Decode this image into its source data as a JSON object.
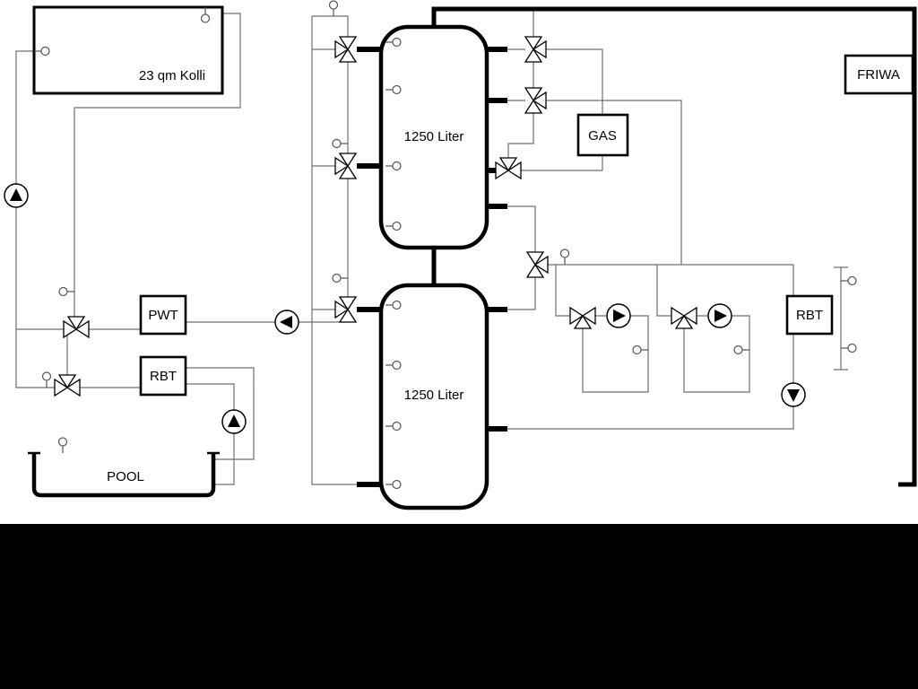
{
  "labels": {
    "collector": "23 qm Kolli",
    "tank_top": "1250 Liter",
    "tank_bottom": "1250 Liter",
    "gas": "GAS",
    "friwa": "FRIWA",
    "pwt": "PWT",
    "rbt_left": "RBT",
    "rbt_right": "RBT",
    "pool": "POOL"
  },
  "icons": {
    "pump": "circle-with-solid-triangle",
    "three-way-valve": "bowtie-with-branch-triangle",
    "temperature-sensor": "small-circle-with-stem"
  },
  "colors": {
    "background": "#ffffff",
    "pipe": "#6f6f6f",
    "component_stroke": "#000000",
    "sensor": "#555555",
    "mask": "#000000"
  }
}
